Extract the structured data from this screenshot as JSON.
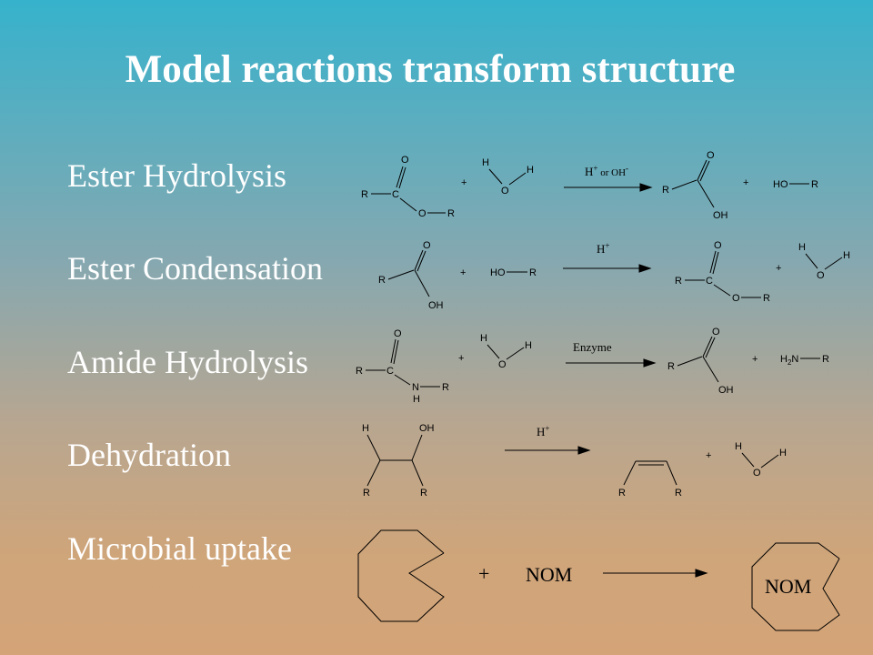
{
  "title": "Model reactions transform structure",
  "reactions": [
    {
      "label": "Ester Hydrolysis",
      "condition": [
        "H",
        "+",
        " or OH",
        "-"
      ]
    },
    {
      "label": "Ester Condensation",
      "condition": [
        "H",
        "+"
      ]
    },
    {
      "label": "Amide Hydrolysis",
      "condition": [
        "Enzyme"
      ]
    },
    {
      "label": "Dehydration",
      "condition": [
        "H",
        "+"
      ]
    },
    {
      "label": "Microbial uptake",
      "reactant": "NOM",
      "product": "NOM"
    }
  ],
  "atoms": {
    "R": "R",
    "C": "C",
    "O": "O",
    "H": "H",
    "OH": "OH",
    "HO": "HO",
    "N": "N",
    "H2N_H": "H",
    "H2N_2": "2",
    "H2N_N": "N",
    "plus": "+"
  }
}
